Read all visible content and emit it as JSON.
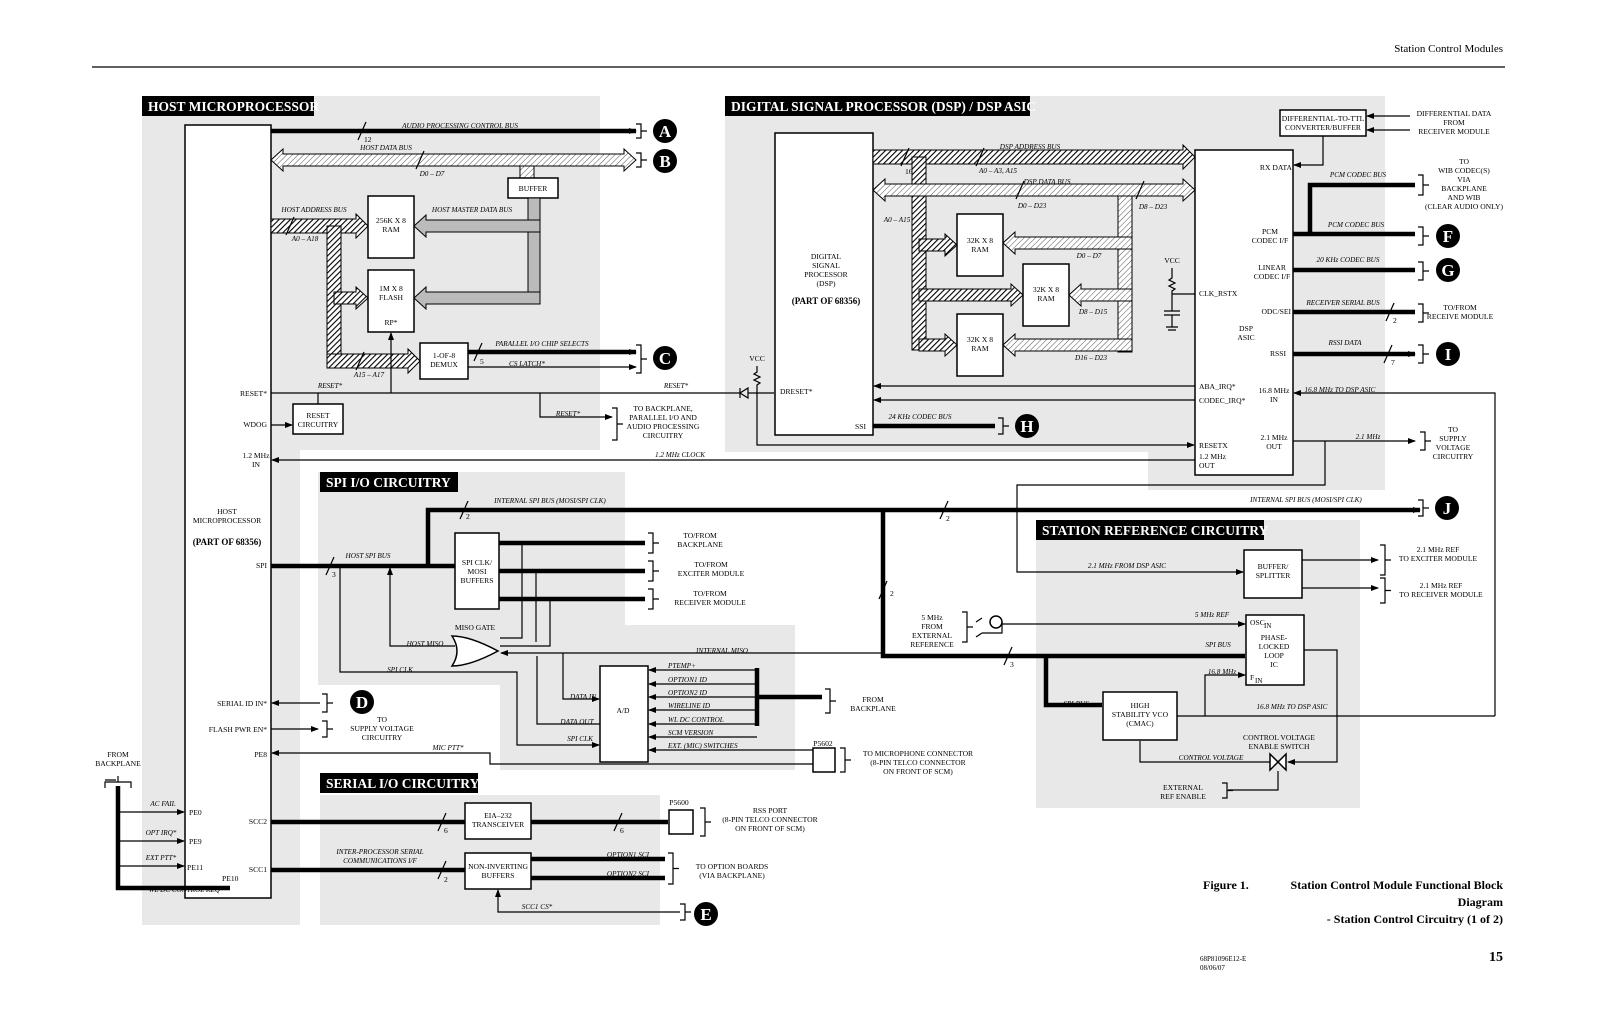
{
  "header": {
    "title": "Station Control Modules"
  },
  "sections": {
    "host": "HOST MICROPROCESSOR",
    "dsp": "DIGITAL SIGNAL PROCESSOR (DSP) / DSP ASIC",
    "spi": "SPI I/O CIRCUITRY",
    "serial": "SERIAL I/O CIRCUITRY",
    "ref": "STATION REFERENCE CIRCUITRY"
  },
  "connectors": {
    "a": "A",
    "b": "B",
    "c": "C",
    "d": "D",
    "e": "E",
    "f": "F",
    "g": "G",
    "h": "H",
    "i": "I",
    "j": "J"
  },
  "host": {
    "audio_bus": "AUDIO PROCESSING CONTROL BUS",
    "audio_width": "12",
    "data_bus": "HOST DATA BUS",
    "data_range": "D0 – D7",
    "buffer": "BUFFER",
    "addr_bus": "HOST ADDRESS BUS",
    "addr_range": "A0 – A18",
    "master_bus": "HOST MASTER DATA BUS",
    "ram": [
      "256K X 8",
      "RAM"
    ],
    "flash": [
      "1M X 8",
      "FLASH"
    ],
    "rp": "RP*",
    "demux": [
      "1-OF-8",
      "DEMUX"
    ],
    "a15": "A15 – A17",
    "pio": "PARALLEL I/O CHIP SELECTS",
    "pio_width": "5",
    "cs_latch": "CS LATCH*",
    "reset_pin": "RESET*",
    "reset_lbl1": "RESET*",
    "reset_lbl2": "RESET*",
    "reset_lbl3": "RESET*",
    "wdog": "WDOG",
    "reset_circ": [
      "RESET",
      "CIRCUITRY"
    ],
    "to_par": [
      "TO BACKPLANE,",
      "PARALLEL I/O AND",
      "AUDIO PROCESSING",
      "CIRCUITRY"
    ],
    "clk_in": [
      "1.2 MHz",
      "IN"
    ],
    "clock": "1.2 MHz CLOCK",
    "proc": [
      "HOST",
      "MICROPROCESSOR"
    ],
    "part": "(PART OF 68356)",
    "spi_pin": "SPI",
    "serial_id": "SERIAL ID IN*",
    "flash_pwr": "FLASH PWR EN*",
    "pe8": "PE8",
    "scc2": "SCC2",
    "scc1": "SCC1",
    "pe0": "PE0",
    "pe9": "PE9",
    "pe11": "PE11",
    "pe10": "PE10",
    "backplane": [
      "FROM",
      "BACKPLANE"
    ],
    "ac_fail": "AC FAIL",
    "opt_irq": "OPT IRQ*",
    "ext_ptt": "EXT PTT*",
    "wl_req": "WL DC CONTROL REQ*",
    "to_supply": [
      "TO",
      "SUPPLY VOLTAGE",
      "CIRCUITRY"
    ]
  },
  "spi": {
    "int_spi": "INTERNAL SPI BUS (MOSI/SPI CLK)",
    "int_width": "2",
    "host_spi": "HOST SPI BUS",
    "host_width": "3",
    "buffers": [
      "SPI CLK/",
      "MOSI",
      "BUFFERS"
    ],
    "to_bp": [
      "TO/FROM",
      "BACKPLANE"
    ],
    "to_exc": [
      "TO/FROM",
      "EXCITER MODULE"
    ],
    "to_rx": [
      "TO/FROM",
      "RECEIVER MODULE"
    ],
    "miso_gate": "MISO GATE",
    "host_miso": "HOST MISO",
    "int_miso": "INTERNAL MISO",
    "spi_clk": "SPI CLK",
    "ad": "A/D",
    "data_in": "DATA IN",
    "data_out": "DATA OUT",
    "spi_clk2": "SPI CLK",
    "inputs": [
      "PTEMP+",
      "OPTION1 ID",
      "OPTION2 ID",
      "WIRELINE ID",
      "WL DC CONTROL",
      "SCM VERSION",
      "EXT. (MIC) SWITCHES"
    ],
    "from_bp": [
      "FROM",
      "BACKPLANE"
    ],
    "mic_ptt": "MIC PTT*",
    "p5602": "P5602",
    "mic_conn": [
      "TO MICROPHONE CONNECTOR",
      "(8-PIN TELCO CONNECTOR",
      "ON FRONT OF SCM)"
    ]
  },
  "serial": {
    "eia": [
      "EIA–232",
      "TRANSCEIVER"
    ],
    "w1": "6",
    "w2": "6",
    "p5600": "P5600",
    "rss": [
      "RSS PORT",
      "(8-PIN TELCO CONNECTOR",
      "ON FRONT OF SCM)"
    ],
    "inter": [
      "INTER-PROCESSOR SERIAL",
      "COMMUNICATIONS I/F"
    ],
    "nib": [
      "NON-INVERTING",
      "BUFFERS"
    ],
    "w3": "2",
    "opt1": "OPTION1 SCI",
    "opt2": "OPTION2 SCI",
    "opt_boards": [
      "TO OPTION BOARDS",
      "(VIA BACKPLANE)"
    ],
    "scc1_cs": "SCC1 CS*"
  },
  "dsp": {
    "addr_bus": "DSP ADDRESS BUS",
    "addr_width": "16",
    "addr_range": "A0 – A3, A15",
    "data_bus": "DSP DATA BUS",
    "data_range1": "D0 – D23",
    "data_range2": "D8 – D23",
    "addr_range2": "A0 – A15",
    "dsp": [
      "DIGITAL",
      "SIGNAL",
      "PROCESSOR",
      "(DSP)"
    ],
    "part": "(PART OF 68356)",
    "ram": [
      "32K X 8",
      "RAM"
    ],
    "d0": "D0 – D7",
    "d8": "D8 – D15",
    "d16": "D16 – D23",
    "vcc1": "VCC",
    "vcc2": "VCC",
    "dreset": "DRESET*",
    "ssi": "SSI",
    "codec24": "24 KHz CODEC BUS",
    "rx_data": "RX DATA",
    "pcm_if": [
      "PCM",
      "CODEC I/F"
    ],
    "lin_if": [
      "LINEAR",
      "CODEC I/F"
    ],
    "odc": "ODC/SEI",
    "asic": [
      "DSP",
      "ASIC"
    ],
    "rssi": "RSSI",
    "clk_rstx": "CLK_RSTX",
    "aba": "ABA_IRQ*",
    "codec_irq": "CODEC_IRQ*",
    "in168": [
      "16.8 MHz",
      "IN"
    ],
    "out21": [
      "2.1 MHz",
      "OUT"
    ],
    "resetx": "RESETX",
    "out12": [
      "1.2 MHz",
      "OUT"
    ],
    "diff": [
      "DIFFERENTIAL-TO-TTL",
      "CONVERTER/BUFFER"
    ],
    "diff_from": [
      "DIFFERENTIAL DATA",
      "FROM",
      "RECEIVER MODULE"
    ],
    "pcm1": "PCM CODEC BUS",
    "to_wib": [
      "TO",
      "WIB CODEC(S)",
      "VIA",
      "BACKPLANE",
      "AND WIB",
      "(CLEAR AUDIO ONLY)"
    ],
    "pcm2": "PCM CODEC BUS",
    "khz20": "20 KHz CODEC BUS",
    "rx_serial": "RECEIVER SERIAL BUS",
    "rx_width": "2",
    "to_rx": [
      "TO/FROM",
      "RECEIVE MODULE"
    ],
    "rssi_data": "RSSI DATA",
    "rssi_width": "7",
    "mhz168": "16.8 MHz TO DSP ASIC",
    "mhz21": "2.1 MHz",
    "to_supply": [
      "TO",
      "SUPPLY",
      "VOLTAGE",
      "CIRCUITRY"
    ]
  },
  "ref": {
    "int_spi": "INTERNAL SPI BUS (MOSI/SPI CLK)",
    "w1": "2",
    "w2": "2",
    "w3": "3",
    "buf": [
      "BUFFER/",
      "SPLITTER"
    ],
    "from_dsp": "2.1 MHz FROM DSP ASIC",
    "ref_exc": [
      "2.1 MHz REF",
      "TO EXCITER MODULE"
    ],
    "ref_rx": [
      "2.1 MHz REF",
      "TO RECEIVER MODULE"
    ],
    "ext_ref": [
      "5 MHz",
      "FROM",
      "EXTERNAL",
      "REFERENCE"
    ],
    "ref5": "5 MHz REF",
    "osc": "OSC",
    "osc_sub": "IN",
    "pll": [
      "PHASE-",
      "LOCKED",
      "LOOP",
      "IC"
    ],
    "fin": "F",
    "fin_sub": "IN",
    "spi_bus": "SPI BUS",
    "mhz168": "16.8 MHz",
    "spi_bus2": "SPI BUS",
    "vco": [
      "HIGH",
      "STABILITY VCO",
      "(CMAC)"
    ],
    "to_dsp": "16.8 MHz TO DSP ASIC",
    "cv_switch": [
      "CONTROL VOLTAGE",
      "ENABLE SWITCH"
    ],
    "cv": "CONTROL VOLTAGE",
    "ext_en": [
      "EXTERNAL",
      "REF ENABLE"
    ]
  },
  "caption": {
    "figure": "Figure 1.",
    "lines": [
      "Station Control Module Functional Block",
      "Diagram",
      "- Station Control Circuitry (1 of 2)"
    ]
  },
  "footer": {
    "doc": "68P81096E12-E",
    "date": "08/06/07",
    "page": "15"
  },
  "colors": {
    "panel": "#e8e8e8",
    "ink": "#000000",
    "master_bus": "#bbbbbb"
  }
}
